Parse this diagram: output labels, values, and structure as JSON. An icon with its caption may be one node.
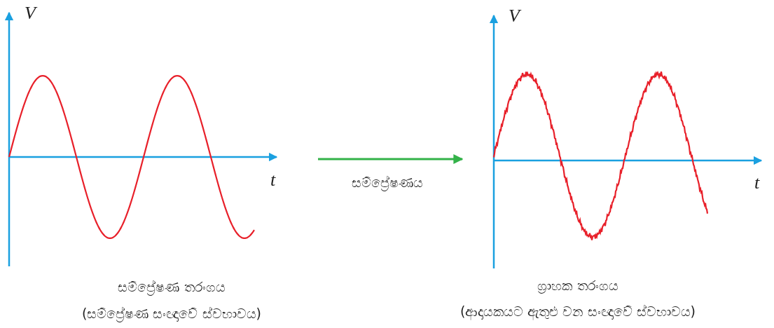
{
  "diagram": {
    "nodes": [
      {
        "text": [],
        "shape": "picture",
        "beside": [
          "සම්ප්‍රේෂණ තරංගය",
          "(සම්ප්‍රේෂණ සංඥාවේ ස්වභාවය)"
        ]
      },
      {
        "text": [],
        "shape": "picture",
        "beside": [
          "ග්‍රාහක තරංගය",
          "(ආදායකයට ඇතුළු වන සංඥාවේ ස්වභාවය)"
        ]
      }
    ],
    "edges": [
      {
        "from": 0,
        "to": 1,
        "arrow": "to",
        "label": "සම්ප්‍රේෂණය"
      }
    ],
    "labels": [
      "V",
      "V",
      "t",
      "t"
    ]
  }
}
